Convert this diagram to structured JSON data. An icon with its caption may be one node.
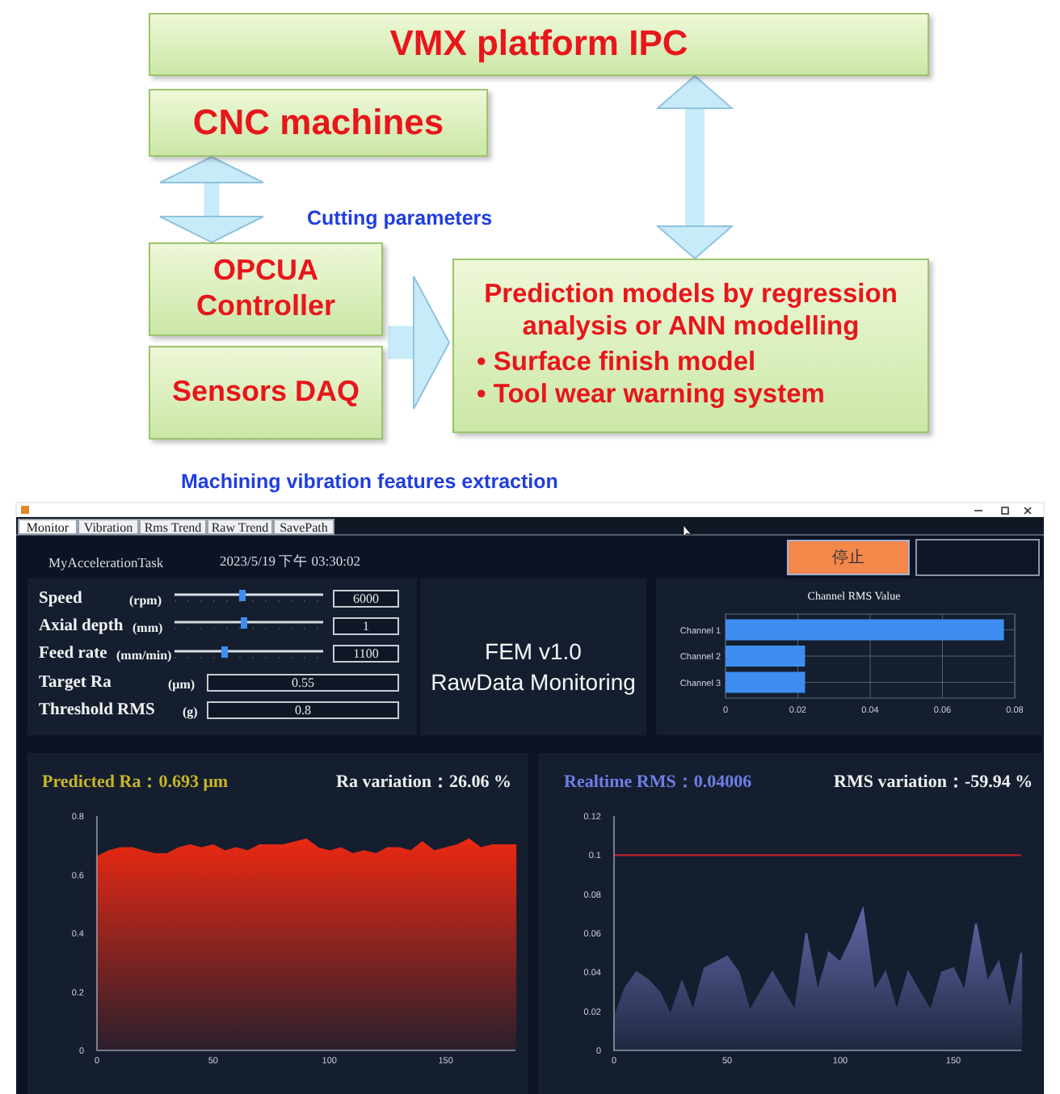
{
  "diagram": {
    "nodes": [
      {
        "text": [
          "VMX platform IPC"
        ]
      },
      {
        "text": [
          "CNC machines"
        ]
      },
      {
        "text": [
          "OPCUA Controller"
        ]
      },
      {
        "text": [
          "Sensors DAQ"
        ]
      },
      {
        "text": [
          "Prediction models by regression analysis or ANN modelling",
          "• Surface finish model",
          "• Tool wear warning system"
        ]
      }
    ],
    "edges": [
      {
        "from": 1,
        "to": 2,
        "arrow": "both"
      },
      {
        "from": 0,
        "to": 4,
        "arrow": "both"
      },
      {
        "from": 2,
        "to": 4,
        "arrow": "to"
      },
      {
        "from": 3,
        "to": 4,
        "arrow": "to"
      }
    ],
    "labels": [
      "Cutting parameters",
      "Machining vibration features extraction",
      "Monitor",
      "Vibration",
      "Rms Trend",
      "Raw Trend",
      "SavePath",
      "MyAccelerationTask",
      "2023/5/19 下午 03:30:02",
      "停止",
      "Speed",
      "(rpm)",
      "6000",
      "Axial depth",
      "(mm)",
      "1",
      "Feed rate",
      "(mm/min)",
      "1100",
      "Target Ra",
      "(μm)",
      "0.55",
      "Threshold RMS",
      "(g)",
      "0.8",
      "FEM v1.0",
      "RawData Monitoring",
      "Predicted Ra：0.693 μm",
      "Ra variation：26.06 %",
      "Realtime RMS：0.04006",
      "RMS variation：-59.94 %"
    ],
    "chart_data": [
      {
        "type": "bar",
        "title": "Channel RMS Value",
        "orientation": "horizontal",
        "categories": [
          "Channel 1",
          "Channel 2",
          "Channel 3"
        ],
        "values": [
          0.077,
          0.022,
          0.022
        ],
        "xticks": [
          0,
          0.02,
          0.04,
          0.06,
          0.08
        ],
        "xlim": [
          0,
          0.08
        ],
        "grid": true,
        "color": "#3d8ef0"
      },
      {
        "type": "area",
        "xlim": [
          0,
          180
        ],
        "ylim": [
          0,
          0.8
        ],
        "xticks": [
          0,
          50,
          100,
          150
        ],
        "yticks": [
          0,
          0.2,
          0.4,
          0.6,
          0.8
        ],
        "x": [
          0,
          5,
          10,
          15,
          20,
          25,
          30,
          35,
          40,
          45,
          50,
          55,
          60,
          65,
          70,
          75,
          80,
          85,
          90,
          95,
          100,
          105,
          110,
          115,
          120,
          125,
          130,
          135,
          140,
          145,
          150,
          155,
          160,
          165,
          170,
          175,
          180
        ],
        "series": [
          {
            "color": "#ff2a10",
            "values": [
              0.66,
              0.68,
              0.69,
              0.69,
              0.68,
              0.67,
              0.67,
              0.69,
              0.7,
              0.69,
              0.7,
              0.68,
              0.69,
              0.68,
              0.7,
              0.7,
              0.7,
              0.71,
              0.72,
              0.69,
              0.68,
              0.69,
              0.67,
              0.68,
              0.67,
              0.69,
              0.69,
              0.68,
              0.71,
              0.68,
              0.69,
              0.7,
              0.72,
              0.69,
              0.7,
              0.7,
              0.7
            ]
          }
        ]
      },
      {
        "type": "area",
        "xlim": [
          0,
          180
        ],
        "ylim": [
          0,
          0.12
        ],
        "xticks": [
          0,
          50,
          100,
          150
        ],
        "yticks": [
          0,
          0.02,
          0.04,
          0.06,
          0.08,
          0.1,
          0.12
        ],
        "x": [
          0,
          5,
          10,
          15,
          20,
          25,
          30,
          35,
          40,
          45,
          50,
          55,
          60,
          65,
          70,
          75,
          80,
          85,
          90,
          95,
          100,
          105,
          110,
          115,
          120,
          125,
          130,
          135,
          140,
          145,
          150,
          155,
          160,
          165,
          170,
          175,
          180
        ],
        "series": [
          {
            "color": "#8a90e8",
            "values": [
              0.016,
              0.032,
              0.04,
              0.036,
              0.03,
              0.018,
              0.035,
              0.02,
              0.042,
              0.045,
              0.048,
              0.04,
              0.02,
              0.03,
              0.04,
              0.03,
              0.02,
              0.06,
              0.03,
              0.05,
              0.045,
              0.057,
              0.072,
              0.03,
              0.04,
              0.02,
              0.04,
              0.03,
              0.02,
              0.04,
              0.042,
              0.03,
              0.065,
              0.035,
              0.045,
              0.02,
              0.05
            ]
          },
          {
            "color": "#c0202a",
            "type": "line",
            "values": [
              0.1,
              0.1,
              0.1,
              0.1,
              0.1,
              0.1,
              0.1,
              0.1,
              0.1,
              0.1,
              0.1,
              0.1,
              0.1,
              0.1,
              0.1,
              0.1,
              0.1,
              0.1,
              0.1,
              0.1,
              0.1,
              0.1,
              0.1,
              0.1,
              0.1,
              0.1,
              0.1,
              0.1,
              0.1,
              0.1,
              0.1,
              0.1,
              0.1,
              0.1,
              0.1,
              0.1,
              0.1
            ]
          }
        ]
      }
    ]
  }
}
